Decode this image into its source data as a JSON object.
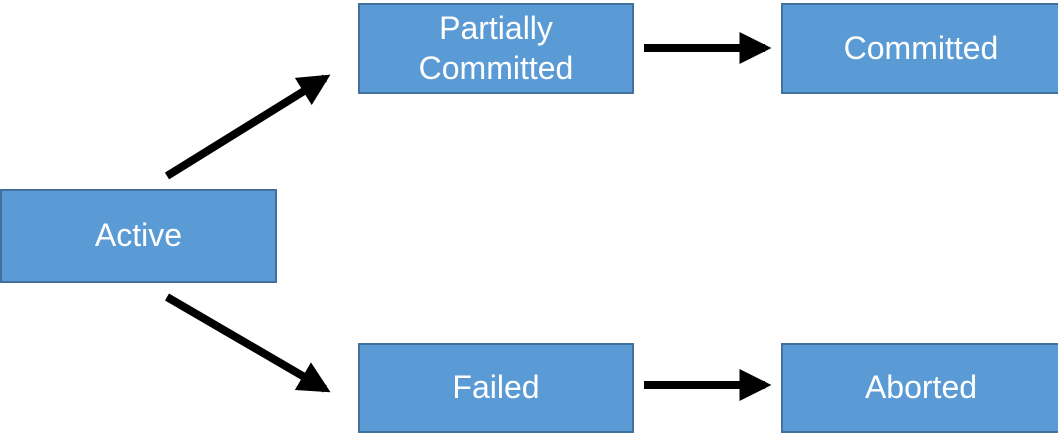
{
  "diagram": {
    "type": "state-flow-diagram",
    "nodes": [
      {
        "id": "active",
        "label": "Active"
      },
      {
        "id": "partially_committed",
        "label": "Partially Committed"
      },
      {
        "id": "committed",
        "label": "Committed"
      },
      {
        "id": "failed",
        "label": "Failed"
      },
      {
        "id": "aborted",
        "label": "Aborted"
      }
    ],
    "edges": [
      {
        "from": "Active",
        "to": "Partially Committed"
      },
      {
        "from": "Partially Committed",
        "to": "Committed"
      },
      {
        "from": "Active",
        "to": "Failed"
      },
      {
        "from": "Failed",
        "to": "Aborted"
      }
    ],
    "colors": {
      "node_fill": "#5B9BD5",
      "node_border": "#41719C",
      "node_text": "#FFFFFF",
      "arrow": "#000000",
      "background": "#FFFFFF"
    }
  }
}
